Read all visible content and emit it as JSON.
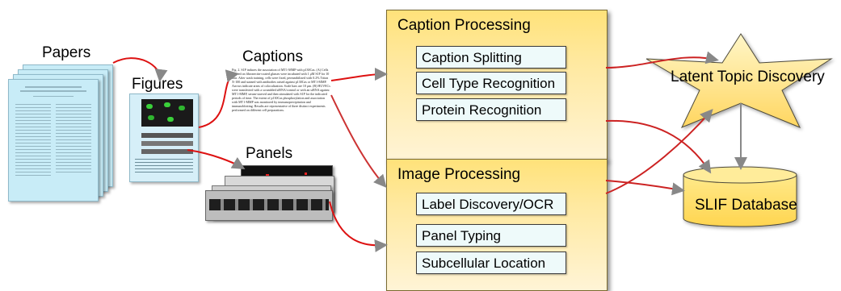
{
  "labels": {
    "papers": "Papers",
    "figures": "Figures",
    "captions": "Captions",
    "panels": "Panels"
  },
  "caption_excerpt": "Fig. 2. S1P induces the association of MT1-MMP with p130Cas. (A) Cells cleared on fibronectin-coated glasses were incubated with 1 μM S1P for 10 min. After wash training, cells were fixed, permeabilized with 0.2% Triton X-100 and stained with antibodies raised against p130Cas or MT1-MMP. Arrows indicate areas of colocalization. Scale bars are 10 μm. (B) HUVECs were transfected with a scrambled siRNA/control or with an siRNA against MT1-MMP, serum-starved and then stimulated with S1P for the indicated periods of time. The extent of p130Cas phosphorylation and association with MT1-MMP was monitored by immunoprecipitation and immunoblotting. Results are representative of three distinct experiments performed on different cell preparations.",
  "caption_processing": {
    "title": "Caption Processing",
    "steps": [
      "Caption Splitting",
      "Cell Type Recognition",
      "Protein Recognition"
    ]
  },
  "image_processing": {
    "title": "Image Processing",
    "steps": [
      "Label Discovery/OCR",
      "Panel Typing",
      "Subcellular Location"
    ]
  },
  "latent_topic": "Latent Topic Discovery",
  "database": "SLIF Database",
  "colors": {
    "box_fill": "#ffe27a",
    "step_fill": "#eefafa",
    "arrow": "#e00000",
    "paper": "#c8ecf7"
  }
}
